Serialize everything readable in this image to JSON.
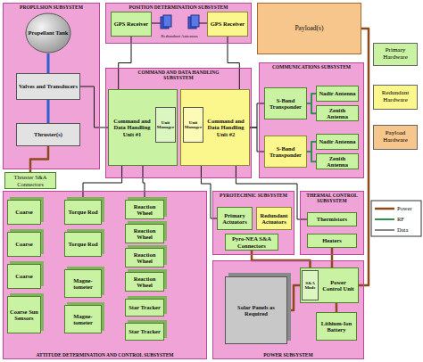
{
  "diagram": {
    "nodes": [
      {
        "text": [
          "PROPULSION SUBSYSTEM"
        ]
      },
      {
        "text": [
          "Propellant Tank"
        ],
        "in": 0
      },
      {
        "text": [
          "Valves and Transducers"
        ],
        "in": 0
      },
      {
        "text": [
          "Thruster(s)"
        ],
        "in": 0
      },
      {
        "text": [
          "Thruster S&A Connectors"
        ]
      },
      {
        "text": [
          "POSITION DETERMINATION SUBSYSTEM"
        ]
      },
      {
        "text": [
          "GPS Receiver"
        ],
        "in": 5
      },
      {
        "text": [
          "GPS Receiver"
        ],
        "in": 5
      },
      {
        "text": [
          "Payload(s)"
        ]
      },
      {
        "text": [
          "COMMAND AND DATA HANDLING SUBSYSTEM"
        ]
      },
      {
        "text": [
          "Command and Data Handling Unit #1"
        ],
        "in": 9
      },
      {
        "text": [
          "Unit Manager"
        ],
        "in": 10
      },
      {
        "text": [
          "Command and Data Handling Unit #2"
        ],
        "in": 9
      },
      {
        "text": [
          "Unit Manager"
        ],
        "in": 12
      },
      {
        "text": [
          "COMMUNICATIONS SUBSYSTEM"
        ]
      },
      {
        "text": [
          "S-Band Transponder"
        ],
        "in": 14
      },
      {
        "text": [
          "Nadir Antenna"
        ],
        "in": 14
      },
      {
        "text": [
          "Zenith Antenna"
        ],
        "in": 14
      },
      {
        "text": [
          "S-Band Transponder"
        ],
        "in": 14
      },
      {
        "text": [
          "Nadir Antenna"
        ],
        "in": 14
      },
      {
        "text": [
          "Zenith Antenna"
        ],
        "in": 14
      },
      {
        "text": [
          "ATTITUDE DETERMINATION AND CONTROL SUBSYSTEM"
        ]
      },
      {
        "text": [
          "Coarse"
        ],
        "in": 21
      },
      {
        "text": [
          "Coarse"
        ],
        "in": 21
      },
      {
        "text": [
          "Coarse"
        ],
        "in": 21
      },
      {
        "text": [
          "Coarse Sun Sensors"
        ],
        "in": 21
      },
      {
        "text": [
          "Torque Rod"
        ],
        "in": 21
      },
      {
        "text": [
          "Torque Rod"
        ],
        "in": 21
      },
      {
        "text": [
          "Magne- tometer"
        ],
        "in": 21
      },
      {
        "text": [
          "Magne- tometer"
        ],
        "in": 21
      },
      {
        "text": [
          "Reaction Wheel"
        ],
        "in": 21
      },
      {
        "text": [
          "Reaction Wheel"
        ],
        "in": 21
      },
      {
        "text": [
          "Reaction Wheel"
        ],
        "in": 21
      },
      {
        "text": [
          "Reaction Wheel"
        ],
        "in": 21
      },
      {
        "text": [
          "Star Tracker"
        ],
        "in": 21
      },
      {
        "text": [
          "Star Tracker"
        ],
        "in": 21
      },
      {
        "text": [
          "PYROTECHNIC SUBSYSTEM"
        ]
      },
      {
        "text": [
          "Primary Actuators"
        ],
        "in": 36
      },
      {
        "text": [
          "Redundant Actuators"
        ],
        "in": 36
      },
      {
        "text": [
          "Pyro-NEA S&A Connectors"
        ],
        "in": 36
      },
      {
        "text": [
          "THERMAL CONTROL SUBSYSTEM"
        ]
      },
      {
        "text": [
          "Thermistors"
        ],
        "in": 40
      },
      {
        "text": [
          "Heaters"
        ],
        "in": 40
      },
      {
        "text": [
          "POWER SUBSYSTEM"
        ]
      },
      {
        "text": [
          "Solar Panels as Required"
        ],
        "in": 43
      },
      {
        "text": [
          "Power Control Unit"
        ],
        "in": 43
      },
      {
        "text": [
          "S&A Mode"
        ],
        "in": 45
      },
      {
        "text": [
          "Lithium-Ion Battery"
        ],
        "in": 43
      }
    ],
    "edges": [
      {
        "from": 1,
        "to": 2,
        "arrow": "none"
      },
      {
        "from": 2,
        "to": 3,
        "arrow": "none"
      },
      {
        "from": 3,
        "to": 4,
        "arrow": "none"
      },
      {
        "from": 2,
        "to": 10,
        "arrow": "none"
      },
      {
        "from": 6,
        "to": 10,
        "arrow": "none"
      },
      {
        "from": 7,
        "to": 12,
        "arrow": "none"
      },
      {
        "from": 12,
        "to": 15,
        "arrow": "none"
      },
      {
        "from": 12,
        "to": 18,
        "arrow": "none"
      },
      {
        "from": 15,
        "to": 16,
        "arrow": "none"
      },
      {
        "from": 15,
        "to": 17,
        "arrow": "none"
      },
      {
        "from": 18,
        "to": 19,
        "arrow": "none"
      },
      {
        "from": 18,
        "to": 20,
        "arrow": "none"
      },
      {
        "from": 8,
        "to": 45,
        "arrow": "none"
      },
      {
        "from": 44,
        "to": 45,
        "arrow": "none"
      },
      {
        "from": 47,
        "to": 45,
        "arrow": "none"
      },
      {
        "from": 45,
        "to": 42,
        "arrow": "none"
      },
      {
        "from": 39,
        "to": 46,
        "arrow": "none"
      },
      {
        "from": 10,
        "to": 26,
        "arrow": "none"
      },
      {
        "from": 10,
        "to": 30,
        "arrow": "none"
      },
      {
        "from": 12,
        "to": 37,
        "arrow": "none"
      },
      {
        "from": 12,
        "to": 41,
        "arrow": "none"
      }
    ],
    "labels": [
      "Redundant Antennas"
    ],
    "legend": [
      {
        "text": "Primary Hardware",
        "color": "#c9f2a2"
      },
      {
        "text": "Redundant Hardware",
        "color": "#fbf78c"
      },
      {
        "text": "Payload Hardware",
        "color": "#f6c68c"
      },
      {
        "text": "Power"
      },
      {
        "text": "RF"
      },
      {
        "text": "Data"
      }
    ]
  }
}
